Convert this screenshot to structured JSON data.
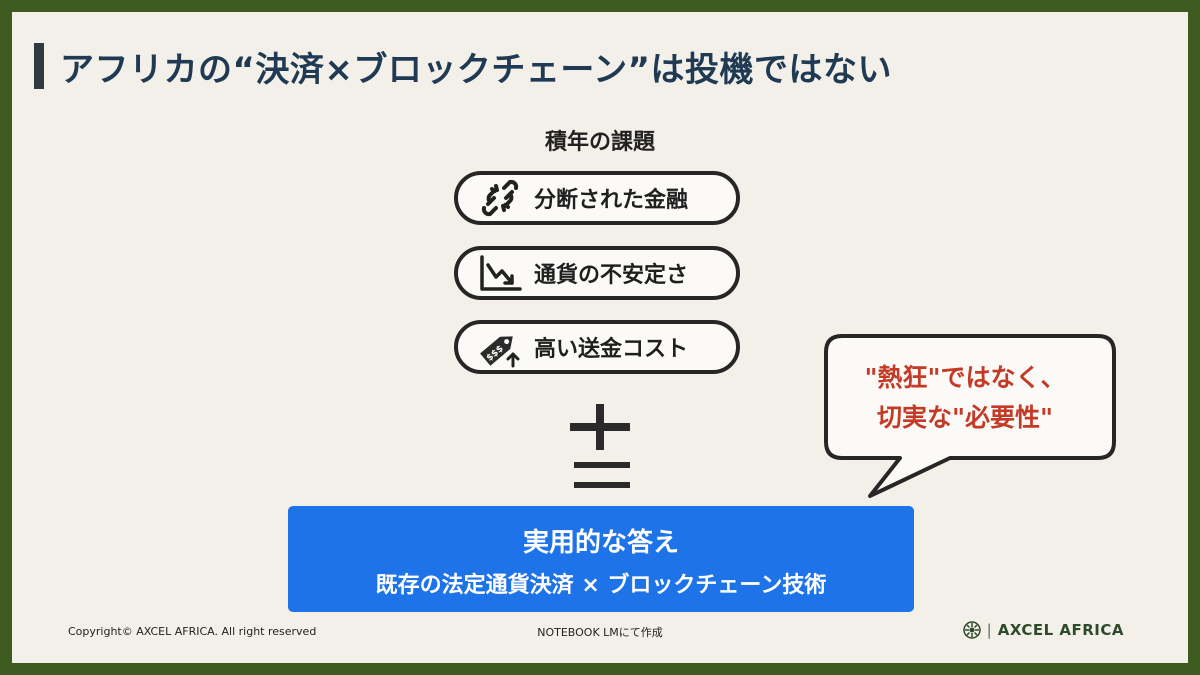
{
  "title": "アフリカの“決済×ブロックチェーン”は投機ではない",
  "challenges": {
    "label": "積年の課題",
    "items": [
      {
        "label": "分断された金融",
        "icon": "broken-chain-icon"
      },
      {
        "label": "通貨の不安定さ",
        "icon": "declining-chart-icon"
      },
      {
        "label": "高い送金コスト",
        "icon": "price-tag-icon",
        "icon_text": "$$$"
      }
    ]
  },
  "answer": {
    "title": "実用的な答え",
    "subtitle": "既存の法定通貨決済 × ブロックチェーン技術"
  },
  "bubble": {
    "line1": "\"熱狂\"ではなく、",
    "line2": "切実な\"必要性\""
  },
  "footer": {
    "copyright": "Copyright©  AXCEL AFRICA. All right reserved",
    "note": "NOTEBOOK LMにて作成",
    "brand": "AXCEL AFRICA"
  },
  "colors": {
    "frame": "#3d5a1f",
    "background": "#f3f0ea",
    "title": "#1f3a52",
    "answer_box": "#1e73e8",
    "bubble_text": "#c33b27"
  }
}
